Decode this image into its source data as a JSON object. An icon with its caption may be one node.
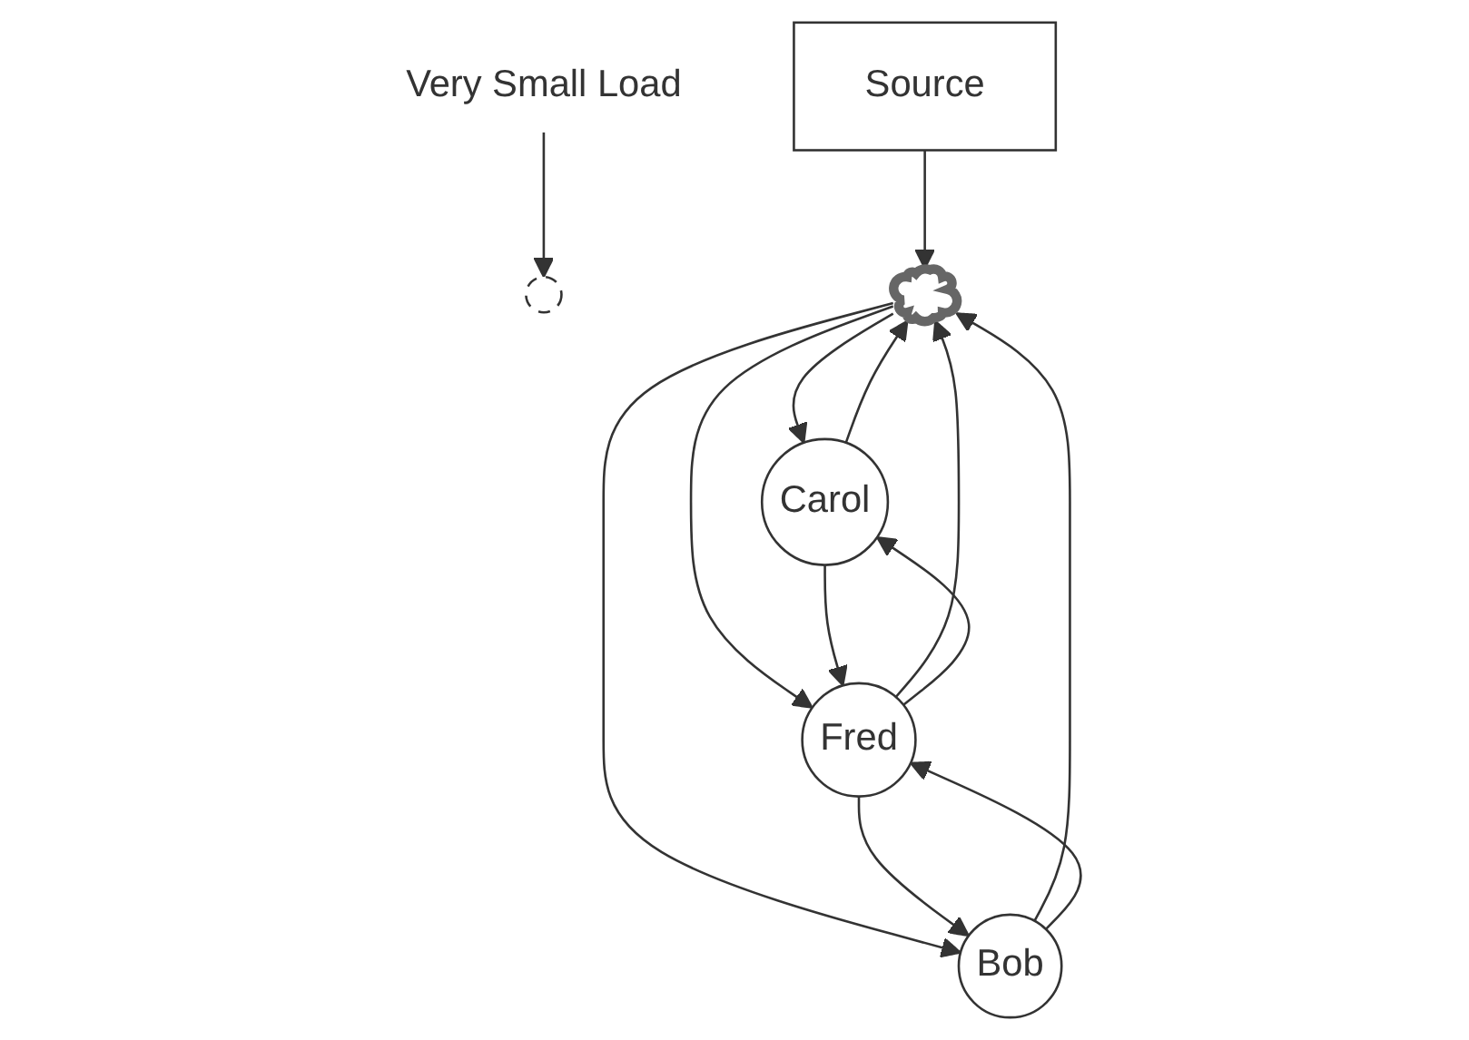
{
  "diagram": {
    "nodes": [
      {
        "text": [
          "Source"
        ]
      },
      {
        "text": [],
        "shape": "circle"
      },
      {
        "text": [
          "Very Small Load"
        ]
      },
      {
        "text": [],
        "shape": "cloud"
      },
      {
        "text": [
          "Carol"
        ]
      },
      {
        "text": [
          "Fred"
        ]
      },
      {
        "text": [
          "Bob"
        ]
      }
    ],
    "edges": [
      {
        "from": 0,
        "to": 3,
        "arrow": "to"
      },
      {
        "from": 2,
        "to": 1,
        "arrow": "to"
      },
      {
        "from": 3,
        "to": 4,
        "arrow": "to"
      },
      {
        "from": 4,
        "to": 3,
        "arrow": "to"
      },
      {
        "from": 5,
        "to": 3,
        "arrow": "to"
      },
      {
        "from": 3,
        "to": 5,
        "arrow": "to"
      },
      {
        "from": 3,
        "to": 6,
        "arrow": "to"
      },
      {
        "from": 6,
        "to": 3,
        "arrow": "to"
      },
      {
        "from": 4,
        "to": 5,
        "arrow": "to"
      },
      {
        "from": 5,
        "to": 4,
        "arrow": "to"
      },
      {
        "from": 5,
        "to": 6,
        "arrow": "to"
      },
      {
        "from": 6,
        "to": 5,
        "arrow": "to"
      }
    ]
  }
}
